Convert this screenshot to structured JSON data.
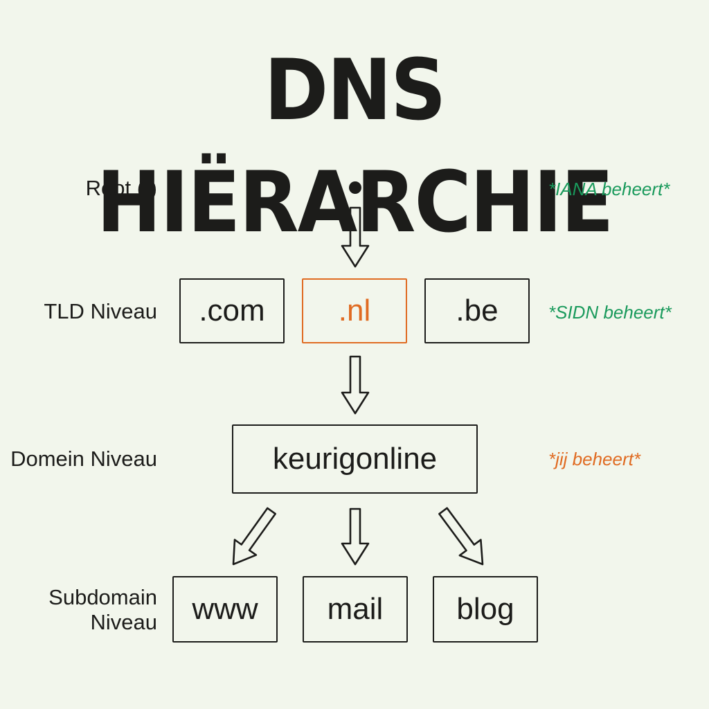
{
  "title": "DNS HIËRARCHIE",
  "levels": {
    "root": "Root (.)",
    "tld": "TLD Niveau",
    "domain": "Domein Niveau",
    "subdomain_line1": "Subdomain",
    "subdomain_line2": "Niveau"
  },
  "notes": {
    "root": "*IANA beheert*",
    "tld": "*SIDN beheert*",
    "domain": "*jij beheert*"
  },
  "nodes": {
    "tld": [
      ".com",
      ".nl",
      ".be"
    ],
    "domain": "keurigonline",
    "subdomains": [
      "www",
      "mail",
      "blog"
    ]
  },
  "colors": {
    "background": "#f2f6ec",
    "ink": "#1c1c1a",
    "highlight": "#e06b22",
    "note_green": "#1a9a5c",
    "note_orange": "#e06b22"
  }
}
